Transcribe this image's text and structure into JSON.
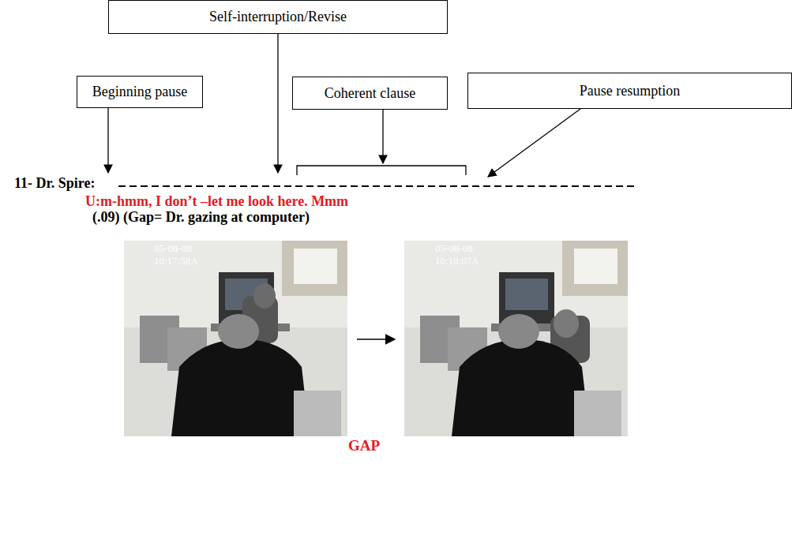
{
  "diagram": {
    "nodes": [
      {
        "text": [
          "Self-interruption/Revise"
        ]
      },
      {
        "text": [
          "Beginning pause"
        ]
      },
      {
        "text": [
          "Coherent clause"
        ]
      },
      {
        "text": [
          "Pause resumption"
        ]
      }
    ],
    "labels": [
      "11- Dr. Spire:",
      "U:m-hmm, I don’t –let me look here. Mmm",
      "(.09) (Gap= Dr. gazing at computer)",
      "05-08-08",
      "10:17:58A",
      "05-08-08",
      "10:18:07A",
      "GAP"
    ]
  }
}
